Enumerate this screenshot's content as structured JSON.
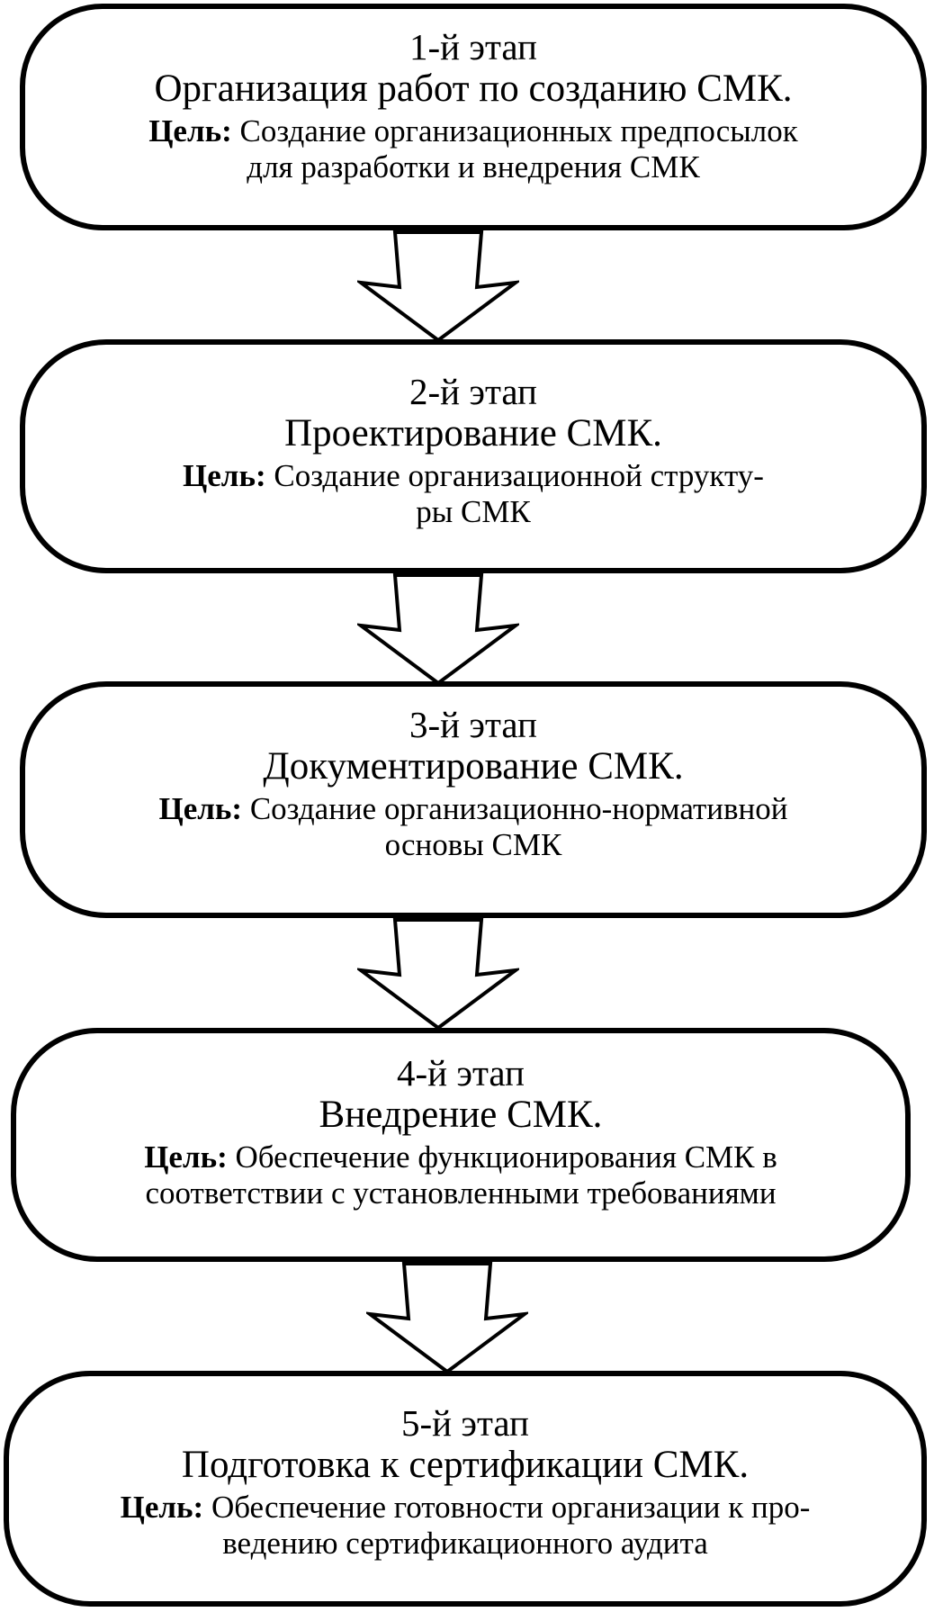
{
  "goal_label": "Цель:",
  "stages": [
    {
      "num": "1-й этап",
      "title": "Организация работ по созданию СМК.",
      "goal_lines": [
        "Создание организационных предпосылок",
        "для разработки и внедрения СМК"
      ]
    },
    {
      "num": "2-й этап",
      "title": "Проектирование СМК.",
      "goal_lines": [
        "Создание организационной структу-",
        "ры  СМК"
      ]
    },
    {
      "num": "3-й этап",
      "title": "Документирование СМК.",
      "goal_lines": [
        "Создание организационно-нормативной",
        "основы СМК"
      ]
    },
    {
      "num": "4-й этап",
      "title": "Внедрение СМК.",
      "goal_lines": [
        "Обеспечение функционирования СМК в",
        "соответствии с установленными требованиями"
      ]
    },
    {
      "num": "5-й этап",
      "title": "Подготовка к сертификации СМК.",
      "goal_lines": [
        "Обеспечение готовности организации к про-",
        "ведению сертификационного аудита"
      ]
    }
  ]
}
